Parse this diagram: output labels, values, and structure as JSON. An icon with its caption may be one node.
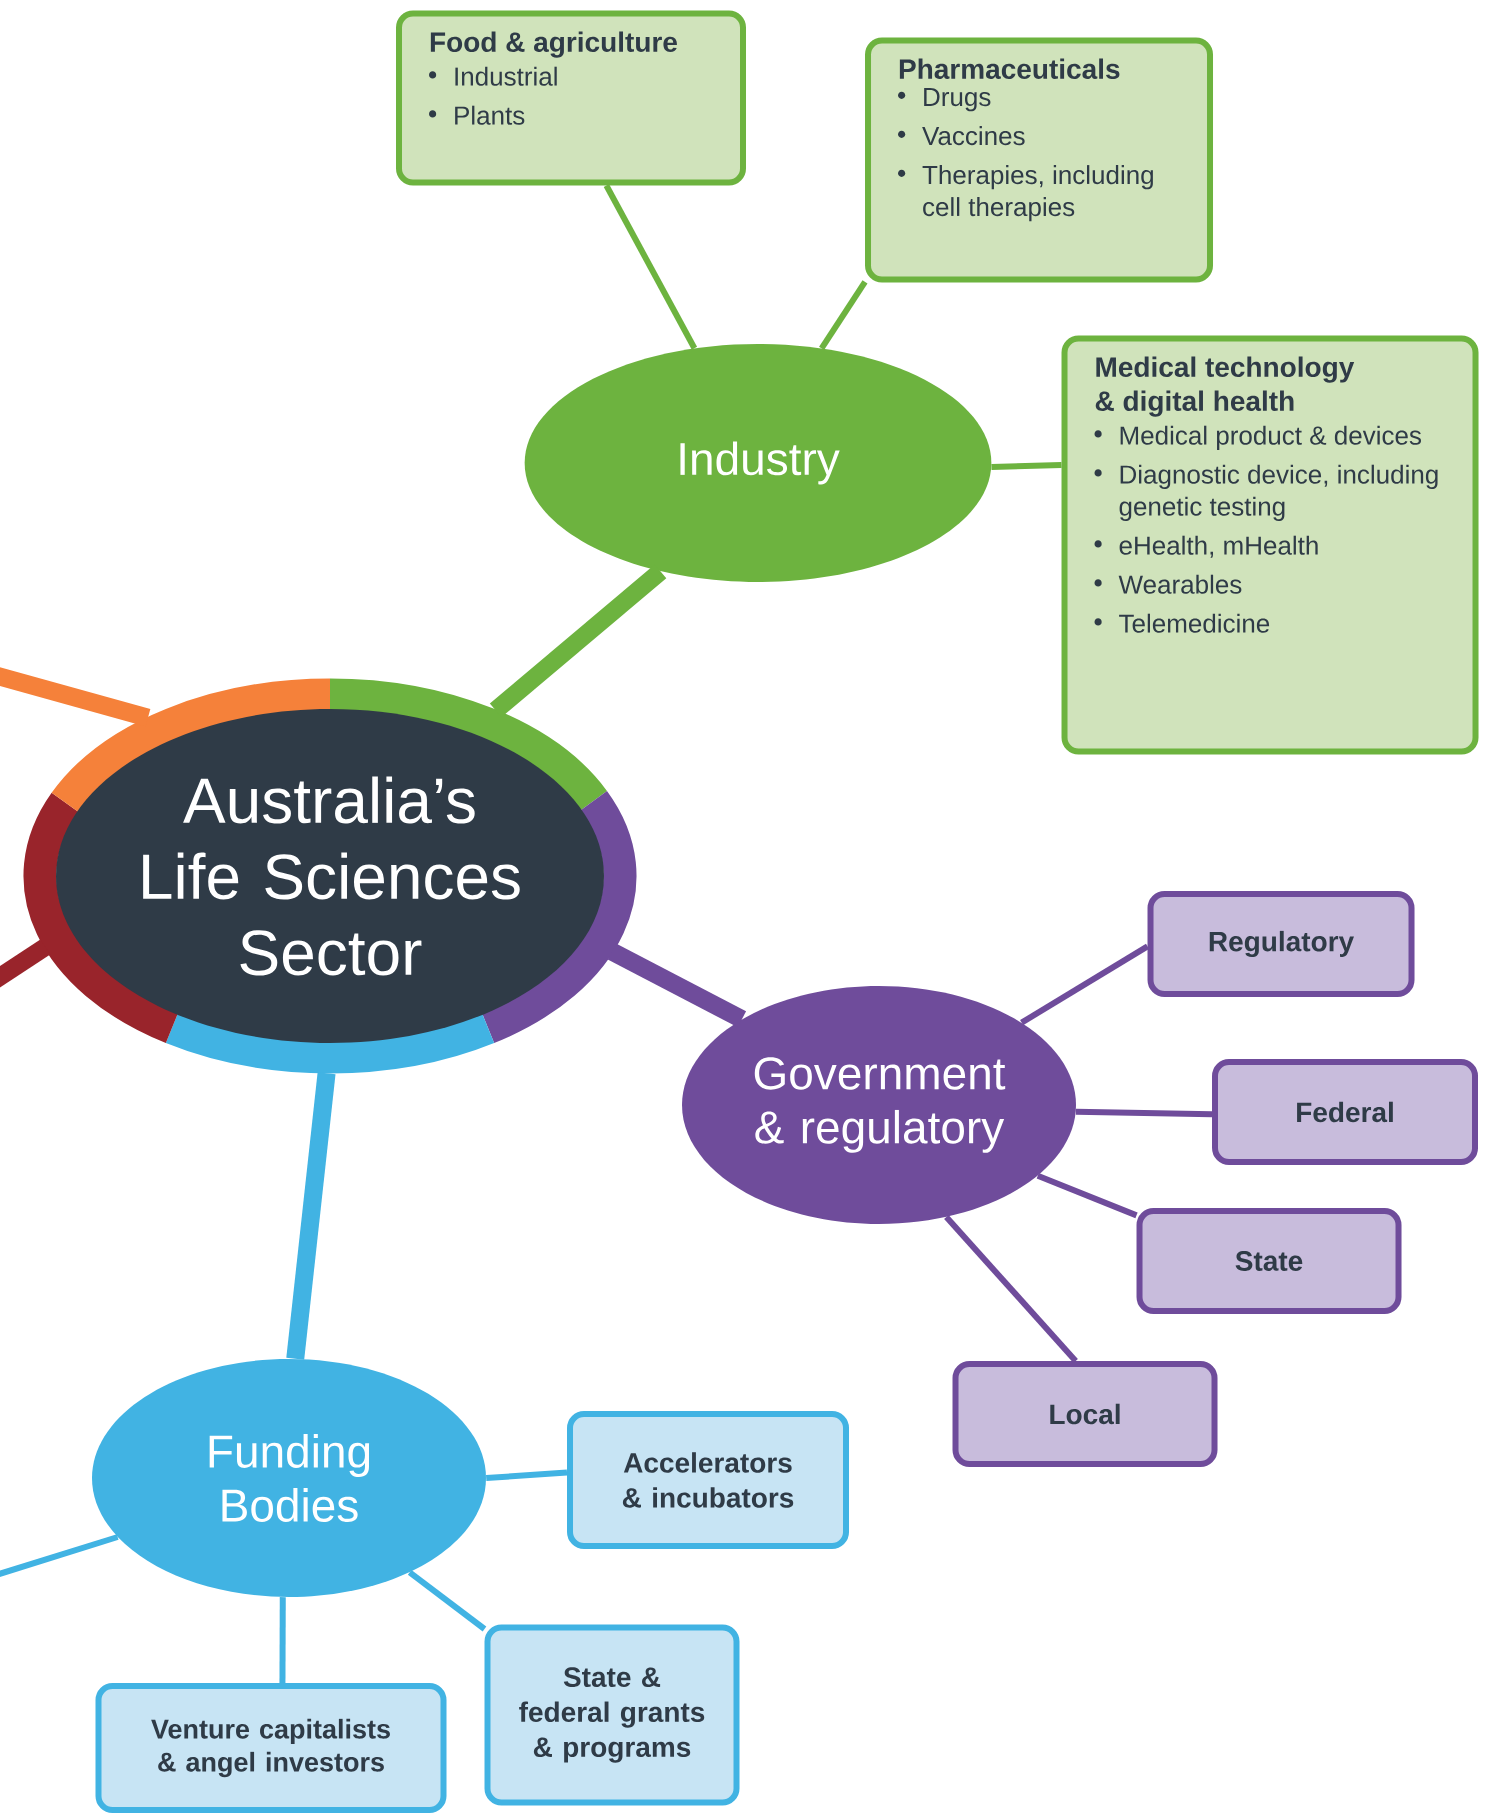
{
  "diagram": {
    "nodes": [
      {
        "text": [
          "Australia’s Life Sciences Sector"
        ]
      },
      {
        "text": [
          "Industry"
        ]
      },
      {
        "text": [
          "Food & agriculture",
          "Industrial",
          "Plants"
        ]
      },
      {
        "text": [
          "Pharmaceuticals",
          "Drugs",
          "Vaccines",
          "Therapies, including cell therapies"
        ]
      },
      {
        "text": [
          "Medical technology & digital health",
          "Medical product & devices",
          "Diagnostic device, including genetic testing",
          "eHealth, mHealth",
          "Wearables",
          "Telemedicine"
        ]
      },
      {
        "text": [
          "Government & regulatory"
        ]
      },
      {
        "text": [
          "Regulatory"
        ]
      },
      {
        "text": [
          "Federal"
        ]
      },
      {
        "text": [
          "State"
        ]
      },
      {
        "text": [
          "Local"
        ]
      },
      {
        "text": [
          "Funding Bodies"
        ]
      },
      {
        "text": [
          "Accelerators & incubators"
        ]
      },
      {
        "text": [
          "State & federal grants & programs"
        ]
      },
      {
        "text": [
          "Venture capitalists & angel investors"
        ]
      }
    ],
    "edges": [
      {
        "from": 0,
        "to": 1,
        "arrow": "none",
        "style": "thick",
        "color": "#6db33f"
      },
      {
        "from": 0,
        "to": 5,
        "arrow": "none",
        "style": "thick",
        "color": "#6f4c9b"
      },
      {
        "from": 0,
        "to": 10,
        "arrow": "none",
        "style": "thick",
        "color": "#41b3e3"
      },
      {
        "from": 0,
        "to": null,
        "arrow": "none",
        "style": "thick",
        "color": "#f5813a"
      },
      {
        "from": 0,
        "to": null,
        "arrow": "none",
        "style": "thick",
        "color": "#99242b"
      },
      {
        "from": 1,
        "to": 2,
        "arrow": "none",
        "color": "#6db33f"
      },
      {
        "from": 1,
        "to": 3,
        "arrow": "none",
        "color": "#6db33f"
      },
      {
        "from": 1,
        "to": 4,
        "arrow": "none",
        "color": "#6db33f"
      },
      {
        "from": 5,
        "to": 6,
        "arrow": "none",
        "color": "#6f4c9b"
      },
      {
        "from": 5,
        "to": 7,
        "arrow": "none",
        "color": "#6f4c9b"
      },
      {
        "from": 5,
        "to": 8,
        "arrow": "none",
        "color": "#6f4c9b"
      },
      {
        "from": 5,
        "to": 9,
        "arrow": "none",
        "color": "#6f4c9b"
      },
      {
        "from": 10,
        "to": 11,
        "arrow": "none",
        "color": "#41b3e3"
      },
      {
        "from": 10,
        "to": 12,
        "arrow": "none",
        "color": "#41b3e3"
      },
      {
        "from": 10,
        "to": 13,
        "arrow": "none",
        "color": "#41b3e3"
      },
      {
        "from": 10,
        "to": null,
        "arrow": "none",
        "color": "#41b3e3"
      }
    ]
  }
}
